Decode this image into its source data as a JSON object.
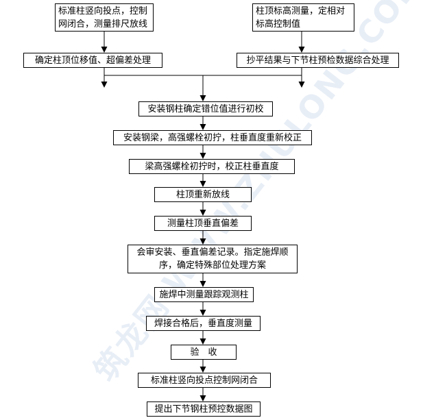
{
  "watermark": "筑龙网 WWW.ZHULONG.COM",
  "nodes": {
    "n1": "标准柱竖向投点，控制网闭合，测量排尺放线",
    "n2": "柱顶标高测量，定相对标高控制值",
    "n3": "确定柱顶位移值、超偏差处理",
    "n4": "抄平结果与下节柱预检数据综合处理",
    "n5": "安装钢柱确定错位值进行初校",
    "n6": "安装钢梁，高强螺栓初拧，柱垂直度重新校正",
    "n7": "梁高强螺栓初拧时，校正柱垂直度",
    "n8": "柱顶重新放线",
    "n9": "测量柱顶垂直偏差",
    "n10": "会审安装、垂直偏差记录。指定施焊顺序，确定特殊部位处理方案",
    "n11": "施焊中测量跟踪观测柱",
    "n12": "焊接合格后，垂直度测量",
    "n13": "验　收",
    "n14": "标准柱竖向投点控制网闭合",
    "n15": "提出下节钢柱预控数据图"
  }
}
